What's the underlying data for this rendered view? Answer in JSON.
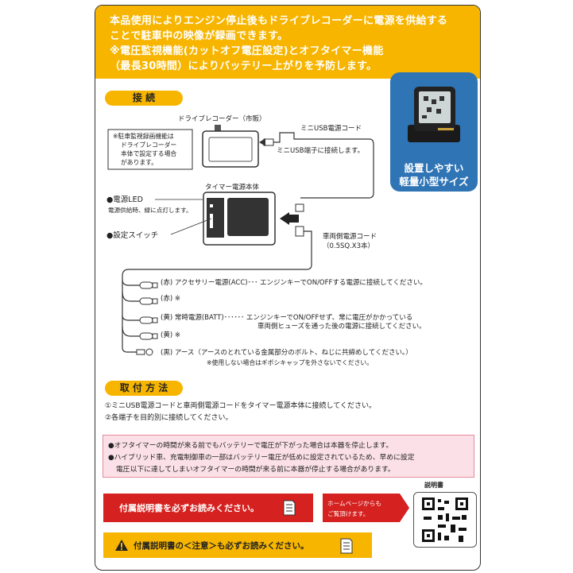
{
  "header": {
    "line1": "本品使用によりエンジン停止後もドライブレコーダーに電源を供給する",
    "line2": "ことで駐車中の映像が録画できます。",
    "line3": "※電圧監視機能(カットオフ電圧設定)とオフタイマー機能",
    "line4": "（最長30時間）によりバッテリー上がりを予防します。"
  },
  "device_caption": {
    "line1": "設置しやすい",
    "line2": "軽量小型サイズ"
  },
  "connection": {
    "heading": "接 続",
    "recorder_label": "ドライブレコーダー（市販）",
    "usb_cord_label": "ミニUSB電源コード",
    "usb_note": "ミニUSB端子に接続します。",
    "parking_note": [
      "※駐車監視録画機能は",
      "ドライブレコーダー",
      "本体で設定する場合",
      "があります。"
    ],
    "timer_label": "タイマー電源本体",
    "led_label": "●電源LED",
    "led_note": "電源供給時、緑に点灯します。",
    "switch_label": "●設定スイッチ",
    "vehicle_cord_label": "車両側電源コード",
    "vehicle_cord_spec": "（0.5SQ.X3本）",
    "wires": [
      {
        "text": "(赤) アクセサリー電源(ACC)･･･ エンジンキーでON/OFFする電源に接続してください。"
      },
      {
        "text": "(赤) ※"
      },
      {
        "text": "(黄) 常時電源(BATT)･･････ エンジンキーでON/OFFせず、常に電圧がかかっている"
      },
      {
        "text": "車両側ヒューズを通った後の電源に接続してください。"
      },
      {
        "text": "(黄) ※"
      },
      {
        "text": "(黒) アース（アースのとれている金属部分のボルト、ねじに共締めしてください。）"
      },
      {
        "text": "※使用しない場合はギボシキャップを外さないでください。"
      }
    ]
  },
  "install": {
    "heading": "取 付 方 法",
    "step1": "①ミニUSB電源コードと車両側電源コードをタイマー電源本体に接続してください。",
    "step2": "②各端子を目的別に接続してください。"
  },
  "notes": {
    "line1": "●オフタイマーの時間が来る前でもバッテリーで電圧が下がった場合は本器を停止します。",
    "line2": "●ハイブリッド車、充電制御車の一部はバッテリー電圧が低めに設定されているため、早めに設定",
    "line3": "電圧以下に達してしまいオフタイマーの時間が来る前に本器が停止する場合があります。"
  },
  "footer": {
    "read_manual": "付属説明書を必ずお読みください。",
    "homepage_line1": "ホームページからも",
    "homepage_line2": "ご覧頂けます。",
    "manual_label": "説明書",
    "caution": "付属説明書の＜注意＞も必ずお読みください。"
  },
  "colors": {
    "accent": "#f7b500",
    "blue": "#2f74b5",
    "red": "#d5211f",
    "pink": "#fbe1e7"
  }
}
